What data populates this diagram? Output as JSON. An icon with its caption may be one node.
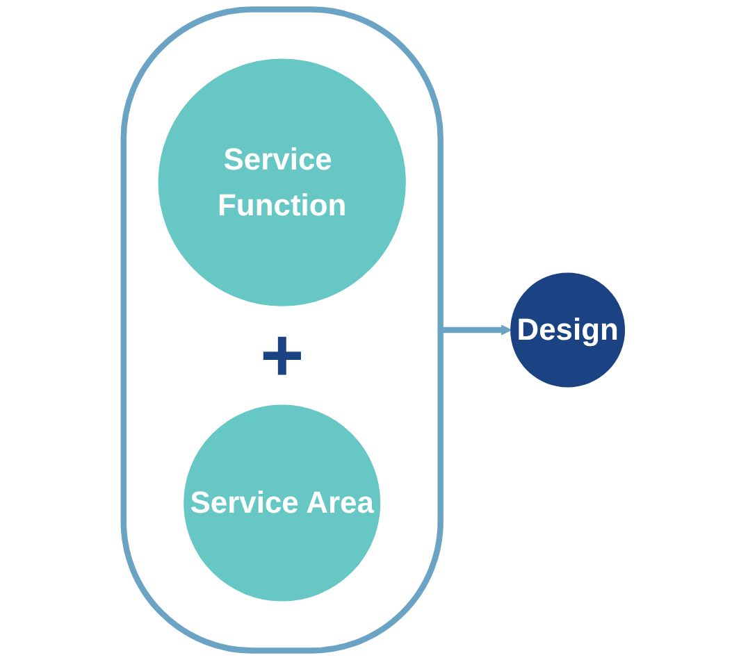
{
  "diagram": {
    "nodes": [
      {
        "text": [],
        "shape": "box"
      },
      {
        "text": [
          "Service Function"
        ],
        "in": 0
      },
      {
        "text": [
          "Service Area"
        ],
        "in": 0
      },
      {
        "text": [
          "Design"
        ]
      }
    ],
    "edges": [
      {
        "from": 0,
        "to": 3,
        "arrow": "to"
      }
    ],
    "labels": [
      "+"
    ]
  }
}
